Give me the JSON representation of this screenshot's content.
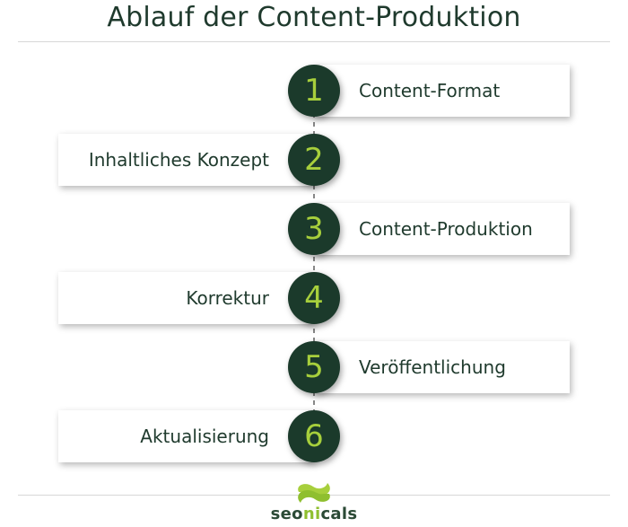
{
  "title": "Ablauf der Content-Produktion",
  "steps": [
    {
      "number": "1",
      "label": "Content-Format"
    },
    {
      "number": "2",
      "label": "Inhaltliches Konzept"
    },
    {
      "number": "3",
      "label": "Content-Produktion"
    },
    {
      "number": "4",
      "label": "Korrektur"
    },
    {
      "number": "5",
      "label": "Veröffentlichung"
    },
    {
      "number": "6",
      "label": "Aktualisierung"
    }
  ],
  "logo": {
    "prefix": "seo",
    "accent": "ni",
    "suffix": "cals"
  },
  "colors": {
    "circle": "#1b3a2b",
    "number": "#a7cf3c",
    "text": "#1f3a2d",
    "brand_green": "#a7cf3c"
  }
}
